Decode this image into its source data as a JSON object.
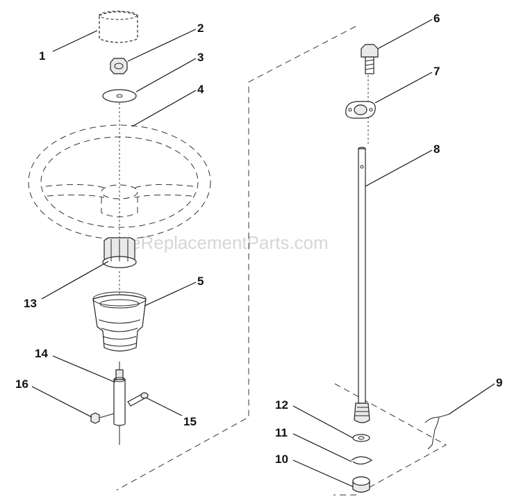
{
  "diagram": {
    "watermark": "eReplacementParts.com",
    "callouts": [
      {
        "id": "1",
        "label": "1"
      },
      {
        "id": "2",
        "label": "2"
      },
      {
        "id": "3",
        "label": "3"
      },
      {
        "id": "4",
        "label": "4"
      },
      {
        "id": "5",
        "label": "5"
      },
      {
        "id": "6",
        "label": "6"
      },
      {
        "id": "7",
        "label": "7"
      },
      {
        "id": "8",
        "label": "8"
      },
      {
        "id": "9",
        "label": "9"
      },
      {
        "id": "10",
        "label": "10"
      },
      {
        "id": "11",
        "label": "11"
      },
      {
        "id": "12",
        "label": "12"
      },
      {
        "id": "13",
        "label": "13"
      },
      {
        "id": "14",
        "label": "14"
      },
      {
        "id": "15",
        "label": "15"
      },
      {
        "id": "16",
        "label": "16"
      }
    ]
  }
}
